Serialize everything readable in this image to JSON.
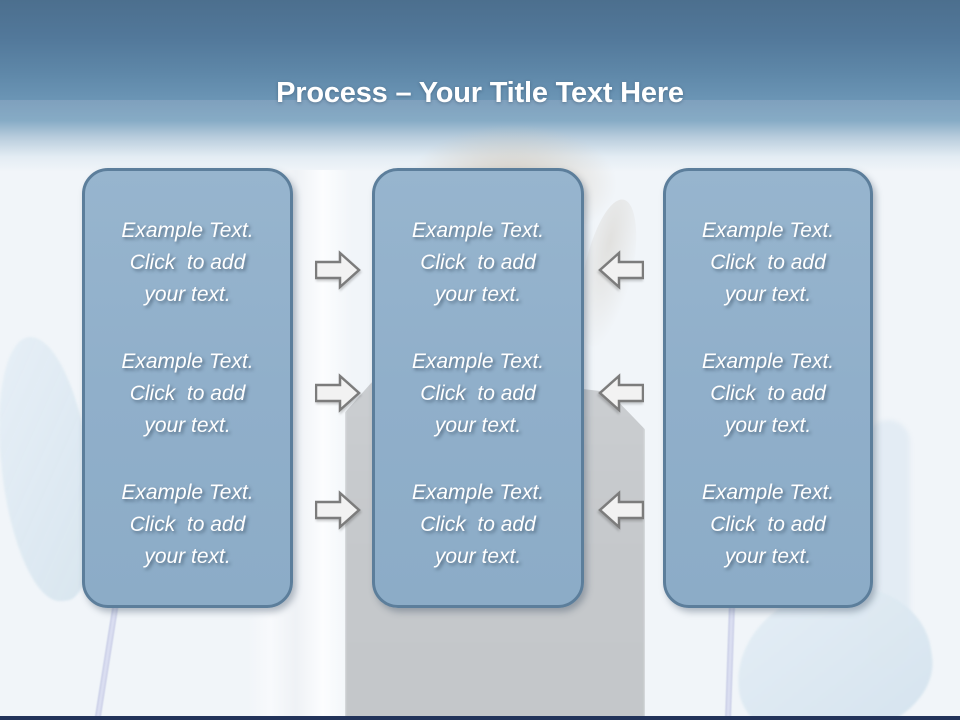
{
  "title": {
    "emphasis": "Process",
    "rest": " – Your Title Text Here"
  },
  "columns": [
    {
      "id": "left-column",
      "entries": [
        {
          "text": "Example Text.\nClick  to add\nyour text."
        },
        {
          "text": "Example Text.\nClick  to add\nyour text."
        },
        {
          "text": "Example Text.\nClick  to add\nyour text."
        }
      ]
    },
    {
      "id": "center-column",
      "entries": [
        {
          "text": "Example Text.\nClick  to add\nyour text."
        },
        {
          "text": "Example Text.\nClick  to add\nyour text."
        },
        {
          "text": "Example Text.\nClick  to add\nyour text."
        }
      ]
    },
    {
      "id": "right-column",
      "entries": [
        {
          "text": "Example Text.\nClick  to add\nyour text."
        },
        {
          "text": "Example Text.\nClick  to add\nyour text."
        },
        {
          "text": "Example Text.\nClick  to add\nyour text."
        }
      ]
    }
  ],
  "arrows": {
    "left_to_center": {
      "direction": "right",
      "count": 3
    },
    "right_to_center": {
      "direction": "left",
      "count": 3
    }
  },
  "colors": {
    "header_gradient_top": "#4c6f8e",
    "header_gradient_mid": "#6b95b5",
    "box_fill": "#92b1cb",
    "box_border": "#5c7e9b",
    "arrow_fill": "#f2f2f2",
    "arrow_stroke": "#7c7c7c",
    "bottom_bar": "#22335a",
    "background": "#f1f5f9"
  }
}
